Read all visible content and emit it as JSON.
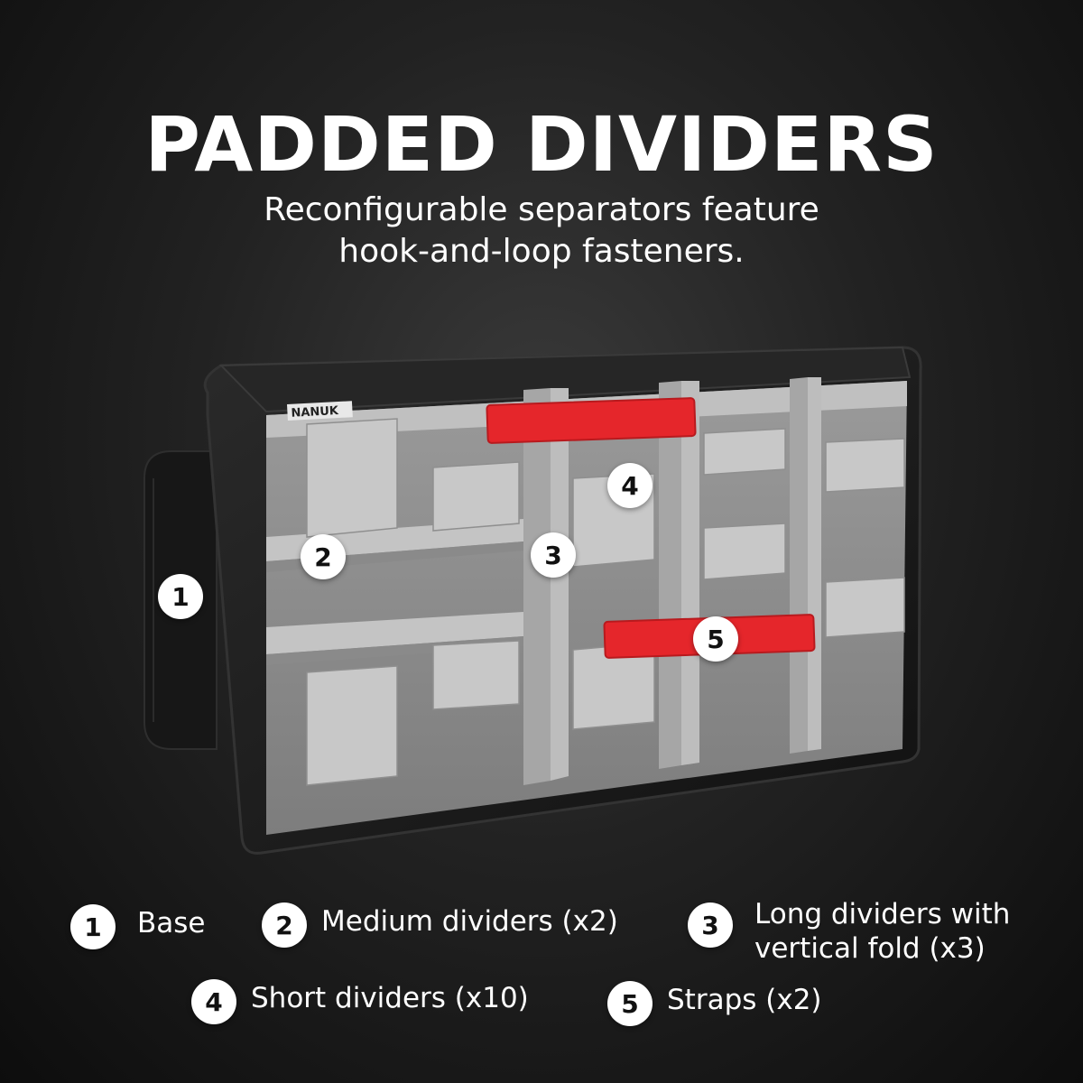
{
  "header": {
    "title": "PADDED DIVIDERS",
    "subtitle_line1": "Reconfigurable separators feature",
    "subtitle_line2": "hook-and-loop fasteners."
  },
  "product": {
    "brand": "NANUK",
    "callouts": [
      "1",
      "2",
      "3",
      "4",
      "5"
    ]
  },
  "legend": [
    {
      "number": "1",
      "label": "Base"
    },
    {
      "number": "2",
      "label": "Medium dividers (x2)"
    },
    {
      "number": "3",
      "label_line1": "Long dividers with",
      "label_line2": "vertical fold (x3)"
    },
    {
      "number": "4",
      "label": "Short dividers (x10)"
    },
    {
      "number": "5",
      "label": "Straps (x2)"
    }
  ],
  "colors": {
    "strap": "#e5262b",
    "foam": "#a9a9a9",
    "case": "#1b1b1b",
    "badge": "#ffffff"
  }
}
